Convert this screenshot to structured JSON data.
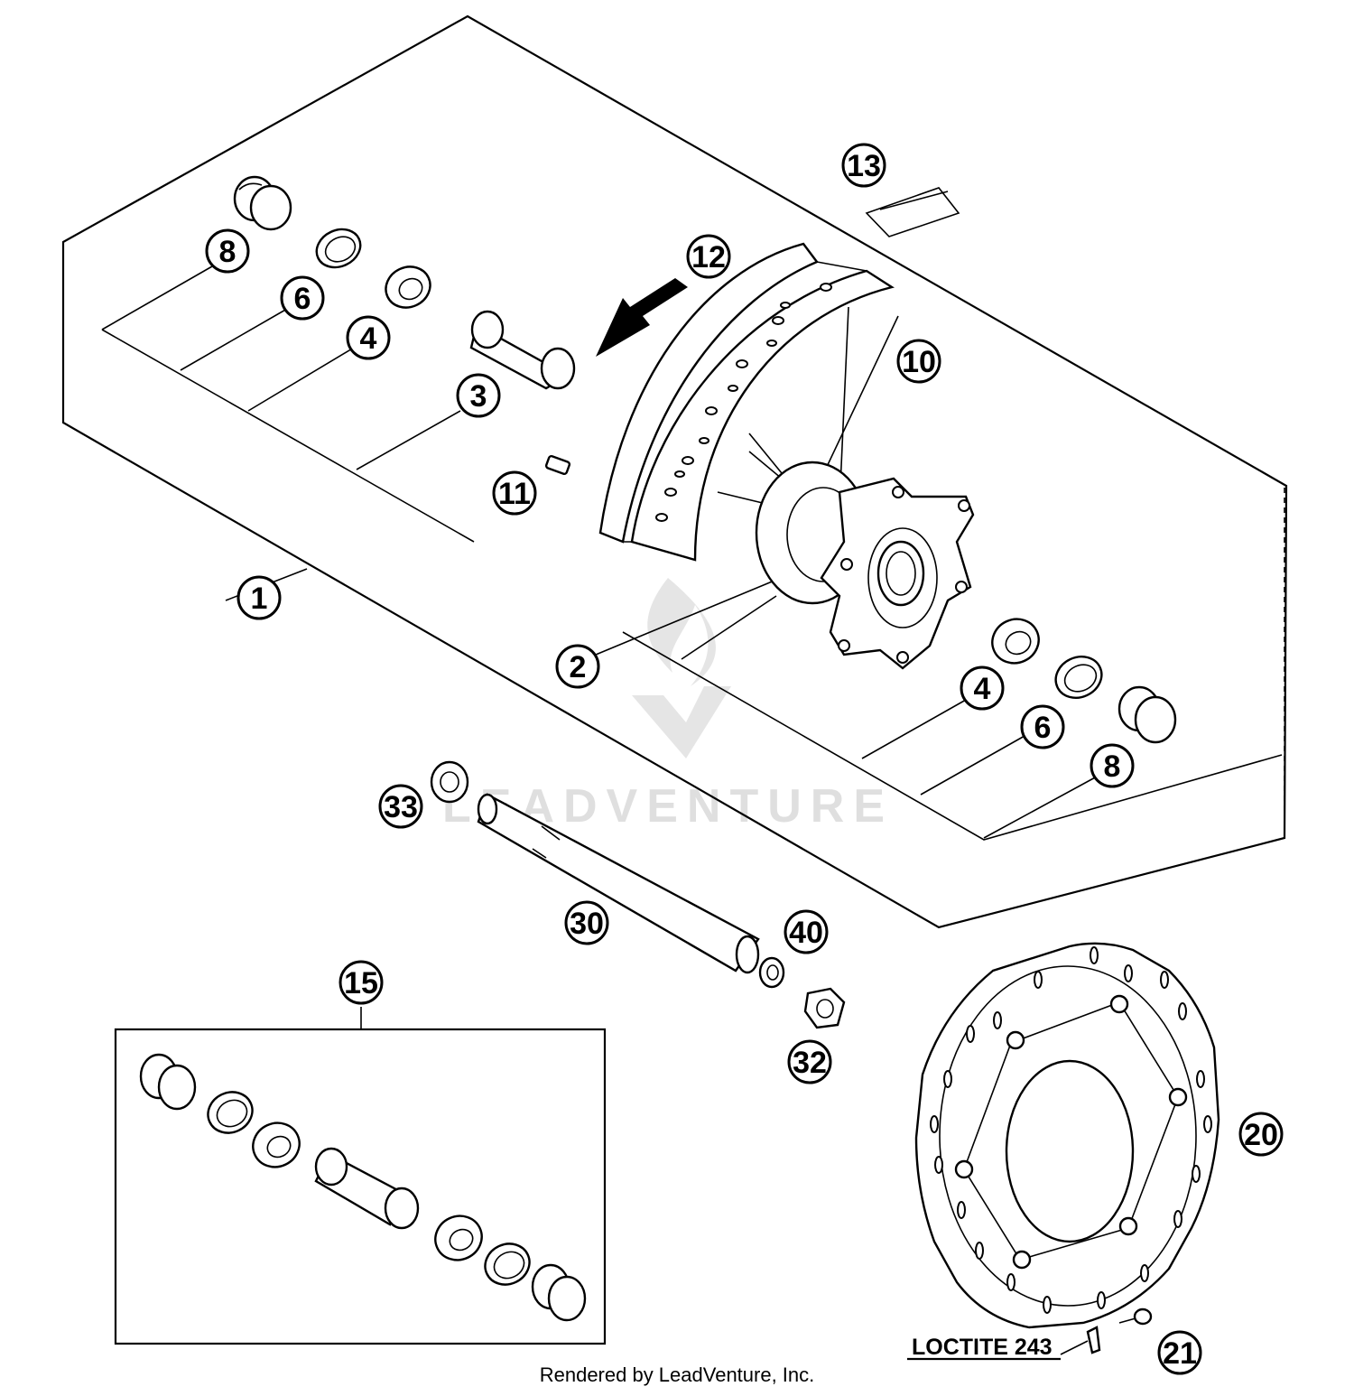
{
  "diagram": {
    "callouts": [
      {
        "id": "c8a",
        "label": "8"
      },
      {
        "id": "c6a",
        "label": "6"
      },
      {
        "id": "c4a",
        "label": "4"
      },
      {
        "id": "c3",
        "label": "3"
      },
      {
        "id": "c11",
        "label": "11"
      },
      {
        "id": "c1",
        "label": "1"
      },
      {
        "id": "c12",
        "label": "12"
      },
      {
        "id": "c13",
        "label": "13"
      },
      {
        "id": "c10",
        "label": "10"
      },
      {
        "id": "c2",
        "label": "2"
      },
      {
        "id": "c4b",
        "label": "4"
      },
      {
        "id": "c6b",
        "label": "6"
      },
      {
        "id": "c8b",
        "label": "8"
      },
      {
        "id": "c33",
        "label": "33"
      },
      {
        "id": "c30",
        "label": "30"
      },
      {
        "id": "c40",
        "label": "40"
      },
      {
        "id": "c32",
        "label": "32"
      },
      {
        "id": "c15",
        "label": "15"
      },
      {
        "id": "c20",
        "label": "20"
      },
      {
        "id": "c21",
        "label": "21"
      }
    ],
    "loctite_label": "LOCTITE 243",
    "watermark": "LEADVENTURE",
    "credit": "Rendered by LeadVenture, Inc."
  }
}
